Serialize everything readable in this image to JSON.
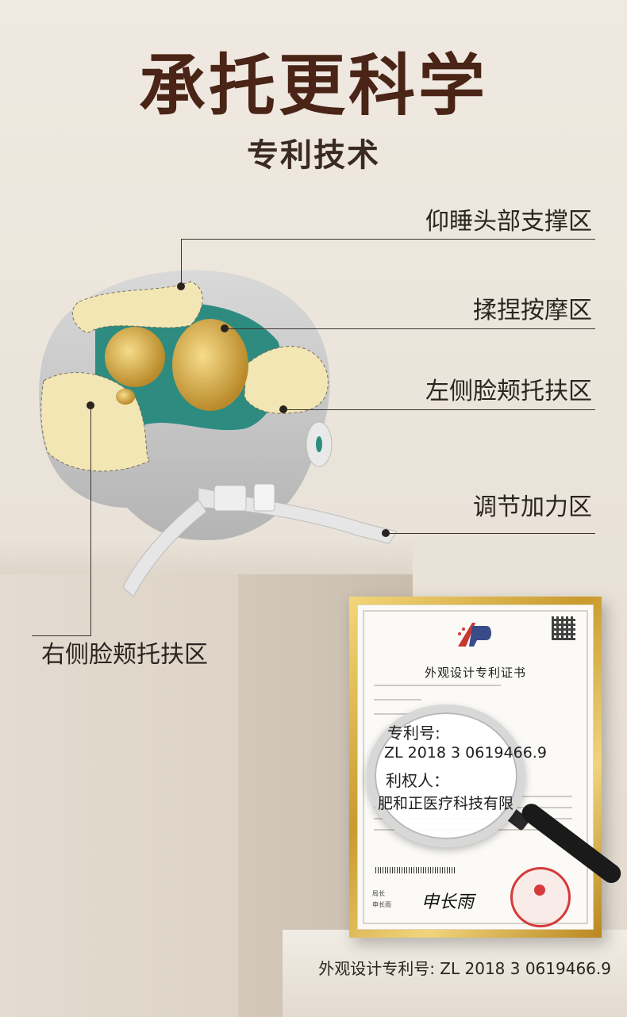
{
  "header": {
    "title": "承托更科学",
    "subtitle": "专利技术"
  },
  "zones": {
    "head_support": "仰睡头部支撑区",
    "kneading_massage": "揉捏按摩区",
    "left_cheek_support": "左侧脸颊托扶区",
    "adjust_force": "调节加力区",
    "right_cheek_support": "右侧脸颊托扶区"
  },
  "certificate": {
    "title": "外观设计专利证书",
    "director_title_1": "局长",
    "director_title_2": "申长雨",
    "signature": "申长雨",
    "magnifier_line_1": "专利号:",
    "magnifier_line_2": "ZL 2018 3 0619466.9",
    "magnifier_line_3": "利权人：",
    "magnifier_line_4": "肥和正医疗科技有限"
  },
  "caption": "外观设计专利号: ZL 2018 3 0619466.9",
  "colors": {
    "title": "#4a2416",
    "frame_gold": "#d4a83a",
    "seal_red": "#d63a3a",
    "pillow_inner": "#2e8b80",
    "pad_yellow": "#f2e7b4"
  }
}
